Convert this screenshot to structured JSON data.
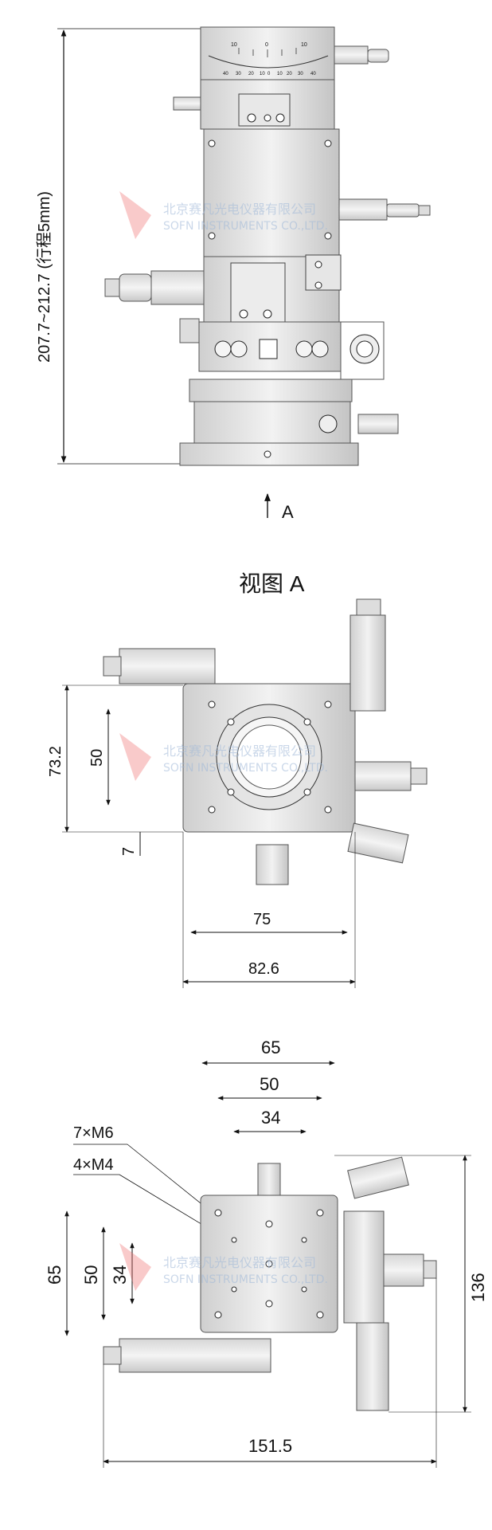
{
  "side_view": {
    "height_dim_label": "207.7~212.7 (行程5mm)",
    "view_arrow_label": "A",
    "scale_numbers_top": [
      "10",
      "0",
      "10"
    ],
    "scale_numbers_bottom": [
      "40",
      "30",
      "20",
      "10",
      "0",
      "10",
      "20",
      "30",
      "40"
    ]
  },
  "view_a": {
    "title": "视图 A",
    "dims": {
      "d73": "73.2",
      "d50": "50",
      "d7": "7",
      "d75": "75",
      "d82": "82.6"
    }
  },
  "top_view": {
    "dims": {
      "w65": "65",
      "w50": "50",
      "w34": "34",
      "h65": "65",
      "h50": "50",
      "h34": "34",
      "h136": "136",
      "w151": "151.5"
    },
    "callouts": {
      "m6": "7×M6",
      "m4": "4×M4"
    }
  },
  "watermark": {
    "cn": "北京赛凡光电仪器有限公司",
    "en": "SOFN INSTRUMENTS CO.,LTD."
  }
}
